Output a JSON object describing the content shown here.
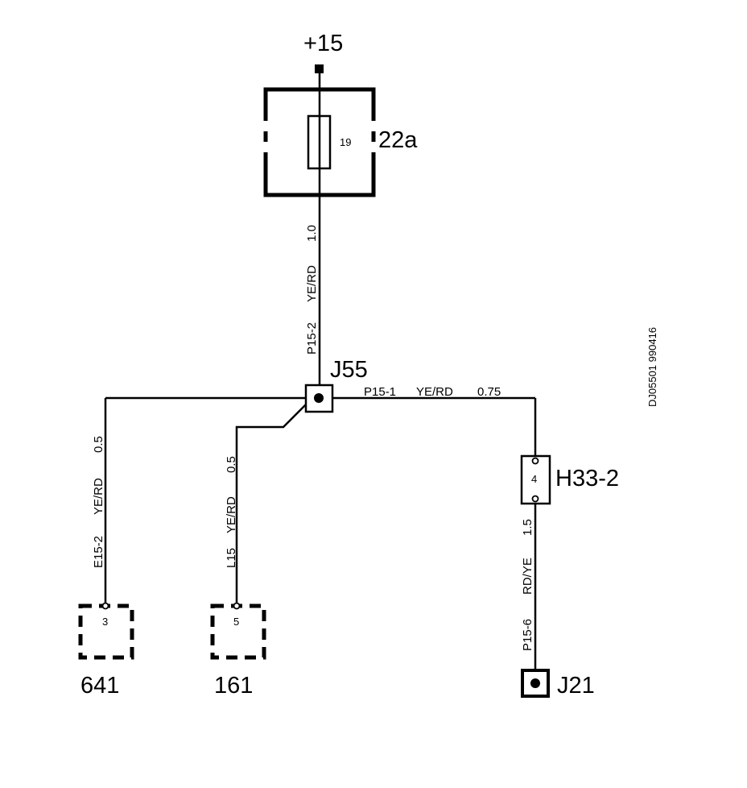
{
  "supply": {
    "label": "+15"
  },
  "fuse_box": {
    "label": "22a",
    "fuse_number": "19"
  },
  "wires": {
    "supply_to_splice": {
      "code": "P15-2",
      "color": "YE/RD",
      "size": "1.0"
    },
    "splice_to_h33": {
      "code": "P15-1",
      "color": "YE/RD",
      "size": "0.75"
    },
    "to_641": {
      "code": "E15-2",
      "color": "YE/RD",
      "size": "0.5"
    },
    "to_161": {
      "code": "L15",
      "color": "YE/RD",
      "size": "0.5"
    },
    "h33_to_j21": {
      "code": "P15-6",
      "color": "RD/YE",
      "size": "1.5"
    }
  },
  "splice": {
    "label": "J55"
  },
  "connector_h33": {
    "label": "H33-2",
    "pin": "4"
  },
  "ground_j21": {
    "label": "J21"
  },
  "components": [
    {
      "label": "641",
      "pin": "3"
    },
    {
      "label": "161",
      "pin": "5"
    }
  ],
  "drawing_id": "DJ05501 990416"
}
